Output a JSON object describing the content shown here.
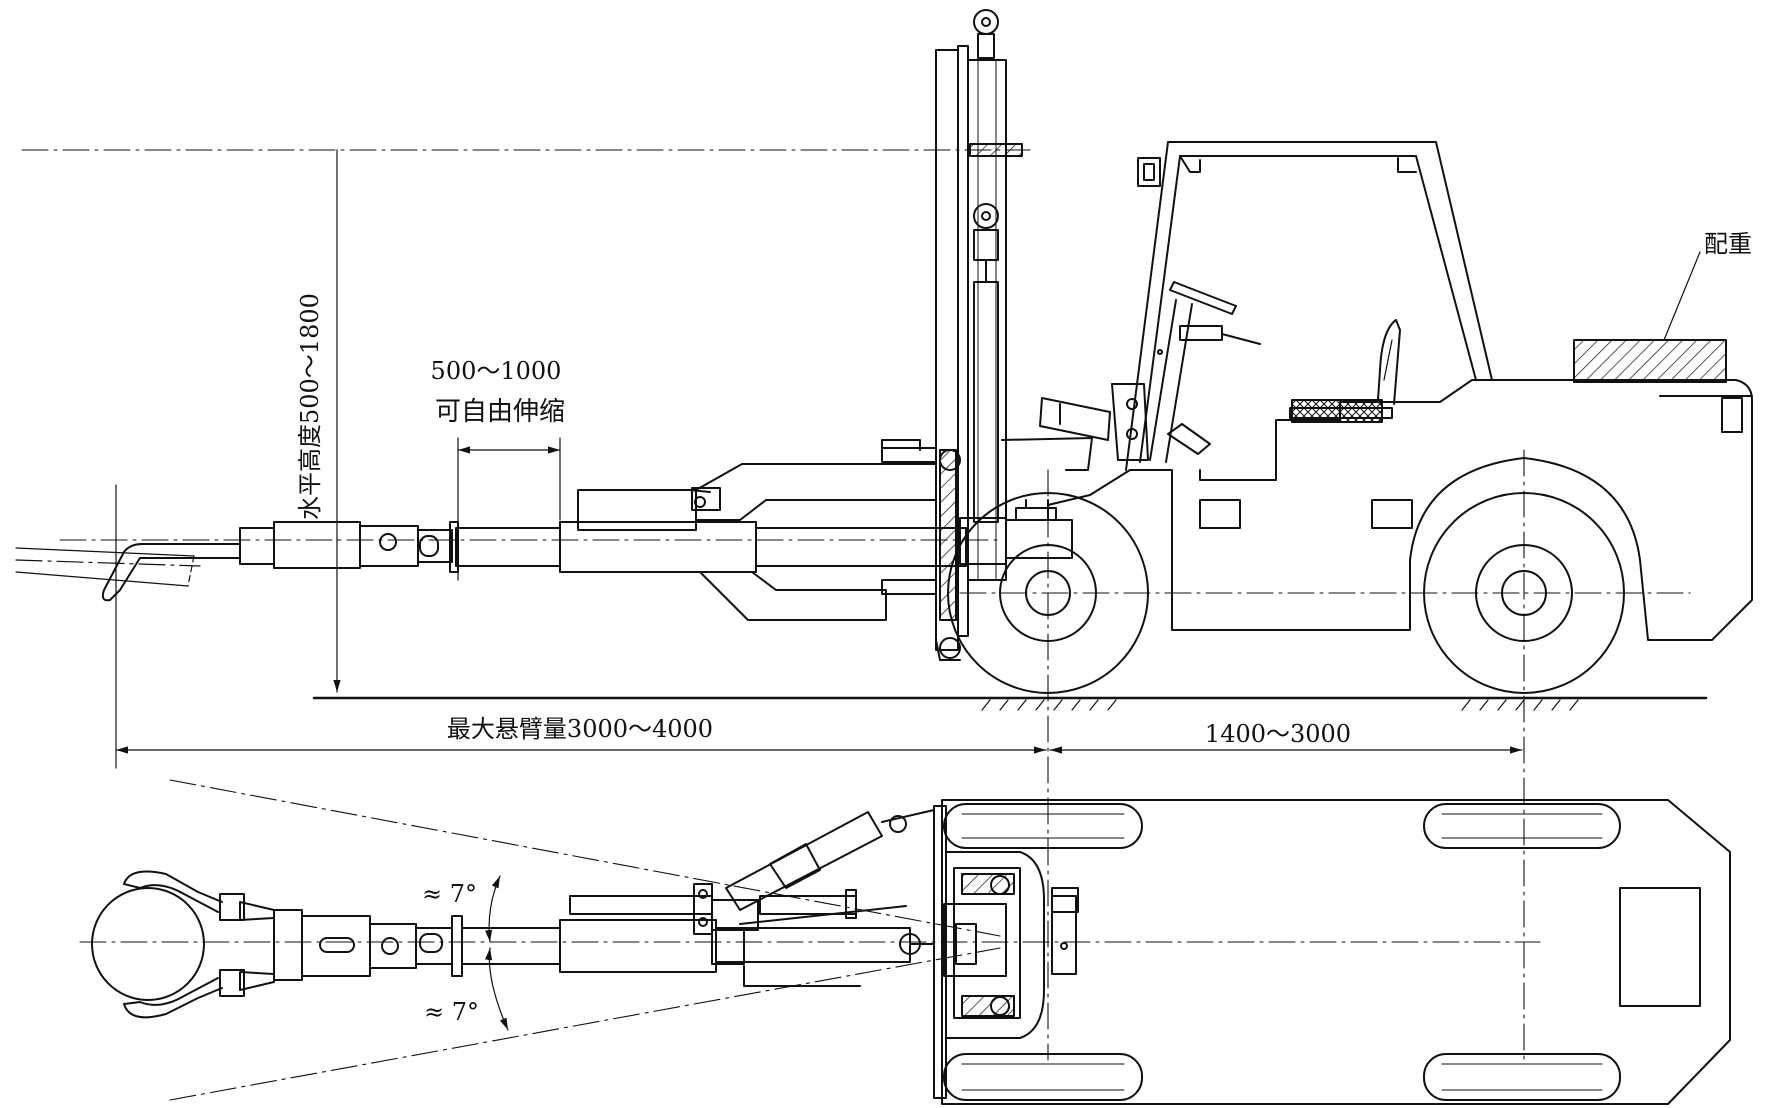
{
  "labels": {
    "counterweight": "配重",
    "horizontal_height": "水平高度500～1800",
    "extension_range": "500～1000",
    "extension_note": "可自由伸缩",
    "max_cantilever": "最大悬臂量3000～4000",
    "wheelbase": "1400～3000",
    "swing_up": "≈ 7°",
    "swing_down": "≈ 7°"
  },
  "colors": {
    "line": "#111111",
    "background": "#ffffff"
  }
}
